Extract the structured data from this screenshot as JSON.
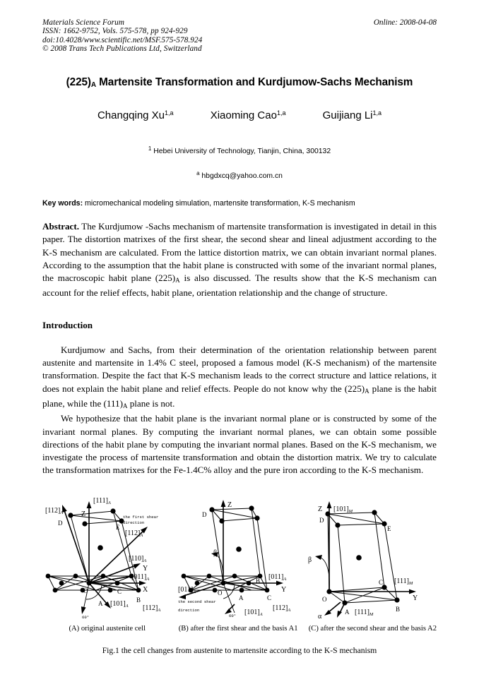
{
  "masthead": {
    "journal": "Materials Science Forum",
    "issn_line": "ISSN: 1662-9752, Vols. 575-578, pp 924-929",
    "doi_line": "doi:10.4028/www.scientific.net/MSF.575-578.924",
    "copyright_line": "© 2008 Trans Tech Publications Ltd, Switzerland",
    "online": "Online: 2008-04-08"
  },
  "title": {
    "plane": "(225)",
    "plane_sub": "A",
    "rest": " Martensite Transformation and Kurdjumow-Sachs Mechanism"
  },
  "authors": [
    {
      "name": "Changqing Xu",
      "sup": "1,a"
    },
    {
      "name": "Xiaoming Cao",
      "sup": "1,a"
    },
    {
      "name": "Guijiang Li",
      "sup": "1,a"
    }
  ],
  "affiliation": {
    "sup": "1",
    "text": " Hebei University of Technology, Tianjin, China, 300132"
  },
  "email": {
    "sup": "a",
    "text": " hbgdxcq@yahoo.com.cn"
  },
  "keywords": {
    "label": "Key words:",
    "text": " micromechanical modeling simulation, martensite transformation, K-S mechanism"
  },
  "abstract": {
    "label": "Abstract.",
    "part1": " The Kurdjumow -Sachs mechanism of martensite transformation is investigated in detail in this paper. The distortion matrixes of the first shear, the second shear and lineal adjustment according to the K-S mechanism are calculated. From the lattice distortion matrix, we can obtain invariant normal planes. According to the assumption that the habit plane is constructed with some of the invariant normal planes, the macroscopic habit plane (225)",
    "sub1": "A",
    "part2": " is also discussed. The results show that the K-S mechanism can account for the relief effects, habit plane, orientation relationship and the change of structure."
  },
  "introduction": {
    "heading": "Introduction",
    "p1_part1": "Kurdjumow and Sachs, from their determination of the orientation relationship between parent austenite and martensite in 1.4% C steel, proposed a famous model (K-S mechanism) of the martensite transformation. Despite the fact that K-S mechanism leads to the correct structure and lattice relations, it does not explain the habit plane and relief effects. People do not know why the (225)",
    "p1_sub1": "A",
    "p1_part2": " plane is the habit plane, while the (111)",
    "p1_sub2": "A",
    "p1_part3": " plane is not.",
    "p2": "We hypothesize that the habit plane is the invariant normal plane or is constructed by some of the invariant normal planes. By computing the invariant normal planes, we can obtain some possible directions of the habit plane by computing the invariant normal planes. Based on the K-S mechanism, we investigate the process of martensite transformation and obtain the distortion matrix. We try to calculate the transformation matrixes for the Fe-1.4C% alloy and the pure iron according to the K-S mechanism."
  },
  "figure": {
    "caption": "Fig.1 the cell changes from austenite to martensite according to the K-S mechanism",
    "subcaptions": [
      "(A) original austenite cell",
      "(B) after the first shear and the basis A1",
      "(C) after the second shear and the basis A2"
    ],
    "panelA": {
      "axis_z": "Z",
      "axis_x": "X",
      "axis_y": "Y",
      "dir_111": "[111]",
      "dir_111_sub": "A",
      "dir_112_left": "[112]",
      "dir_112_left_sub": "A",
      "dir_112_right": "[112]",
      "dir_112_right_sub": "A",
      "dir_110": "[110]",
      "dir_110_sub": "A",
      "dir_011": "[011]",
      "dir_011_sub": "A",
      "dir_101": "[101]",
      "dir_101_sub": "A",
      "dir_112_bottom": "[112]",
      "dir_112_bottom_sub": "A",
      "note_line1": "the first shear",
      "note_line2": "direction",
      "angle": "60°",
      "vertices": [
        "D",
        "E",
        "O",
        "C",
        "A",
        "B"
      ]
    },
    "panelB": {
      "axis_z": "Z",
      "axis_y": "Y",
      "beta": "β",
      "dir_011_right": "[011]",
      "dir_011_right_sub": "A",
      "dir_011_left": "[011]",
      "dir_011_left_sub": "A",
      "dir_101": "[101]",
      "dir_101_sub": "A",
      "dir_112": "[112]",
      "dir_112_sub": "A",
      "note_line1": "the second shear",
      "note_line2": "direction",
      "angle": "60°",
      "vertices": [
        "D",
        "B",
        "O",
        "A",
        "C"
      ]
    },
    "panelC": {
      "axis_z": "Z",
      "axis_y": "Y",
      "beta": "β",
      "alpha": "α",
      "dir_101": "[101]",
      "dir_101_sub": "M",
      "dir_111_right": "[111]",
      "dir_111_right_sub": "M",
      "dir_111_bottom": "[111]",
      "dir_111_bottom_sub": "M",
      "vertices": [
        "D",
        "E",
        "O",
        "C",
        "A",
        "B"
      ]
    }
  }
}
